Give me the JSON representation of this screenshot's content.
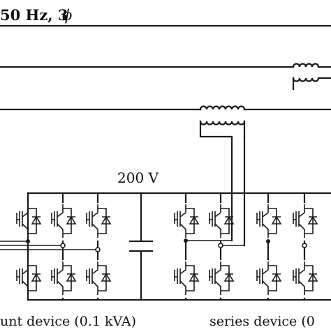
{
  "labels": {
    "supply_hz": "50 Hz, 3",
    "supply_phi": "ϕ",
    "dc_voltage": "200 V",
    "shunt_caption": "unt device (0.1 kVA)",
    "series_caption": "series device (0"
  }
}
